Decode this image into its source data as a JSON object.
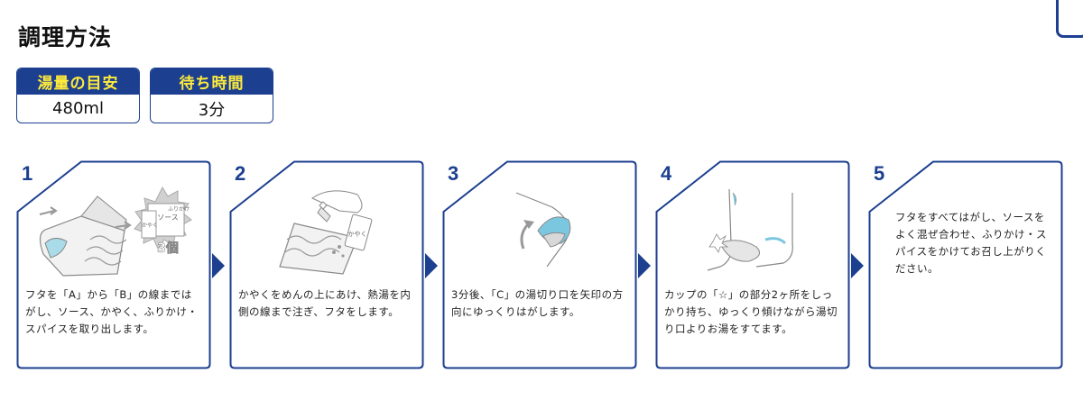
{
  "title": "調理方法",
  "info": [
    {
      "label": "湯量の目安",
      "value": "480ml"
    },
    {
      "label": "待ち時間",
      "value": "3分"
    }
  ],
  "steps": [
    {
      "number": "1",
      "text": "フタを「A」から「B」の線まではがし、ソース、かやく、ふりかけ・スパイスを取り出します。",
      "badge_text": "3個",
      "packet_labels": [
        "ソース",
        "かやく",
        "ふりかけ"
      ]
    },
    {
      "number": "2",
      "text": "かやくをめんの上にあけ、熱湯を内側の線まで注ぎ、フタをします。",
      "packet_label": "かやく"
    },
    {
      "number": "3",
      "text": "3分後、「C」の湯切り口を矢印の方向にゆっくりはがします。"
    },
    {
      "number": "4",
      "text": "カップの「☆」の部分2ヶ所をしっかり持ち、ゆっくり傾けながら湯切り口よりお湯をすてます。"
    },
    {
      "number": "5",
      "text": "フタをすべてはがし、ソースをよく混ぜ合わせ、ふりかけ・スパイスをかけてお召し上がりください。"
    }
  ],
  "colors": {
    "accent": "#1c3f8f",
    "label_text": "#ffeb3b"
  }
}
